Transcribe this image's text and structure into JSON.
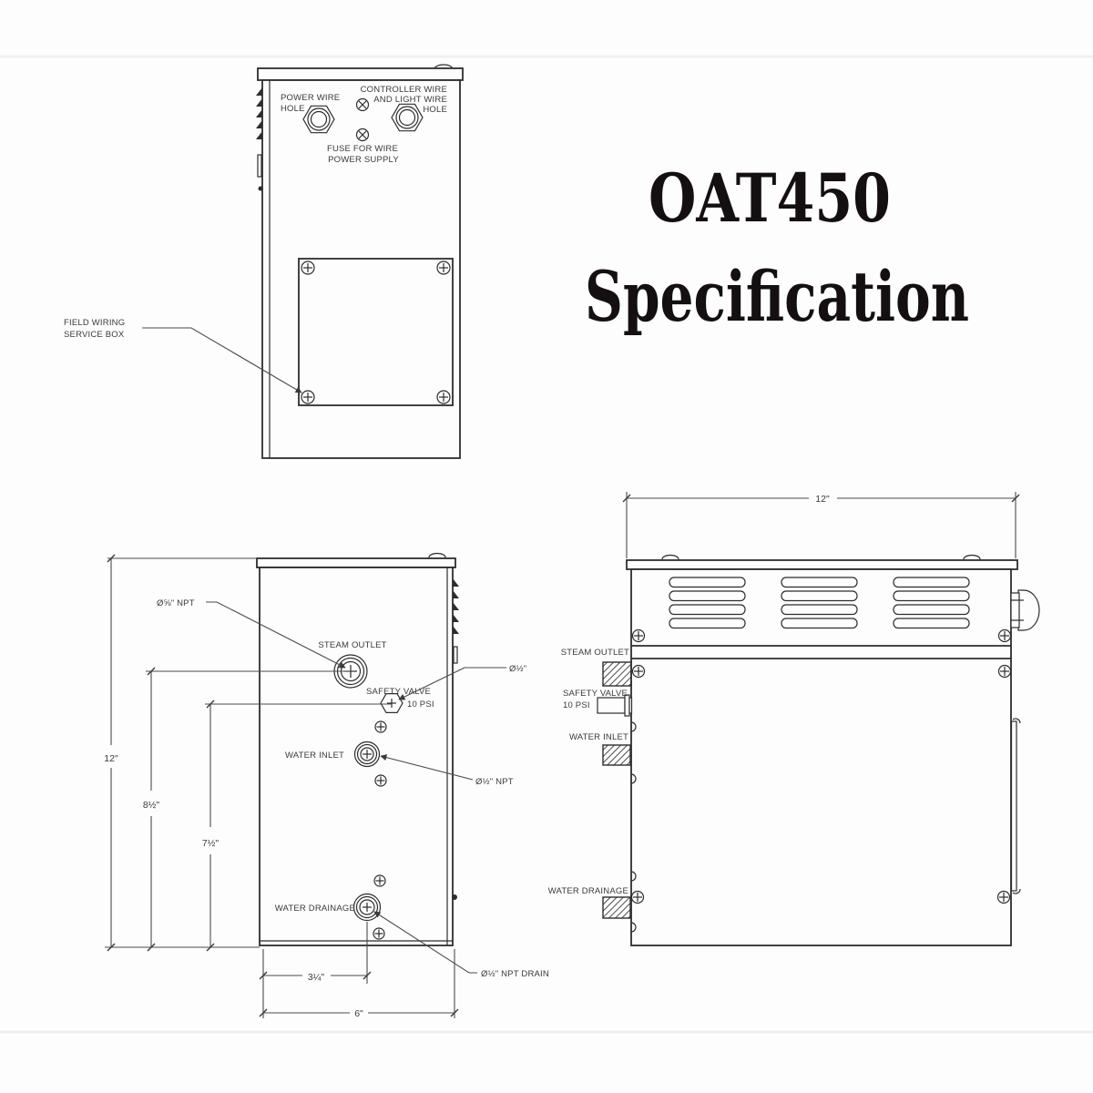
{
  "title": {
    "line1": "OAT450",
    "line2": "Specification"
  },
  "top_view": {
    "power_wire_label_line1": "POWER WIRE",
    "power_wire_label_line2": "HOLE",
    "controller_label_line1": "CONTROLLER WIRE",
    "controller_label_line2": "AND LIGHT WIRE",
    "controller_label_line3": "HOLE",
    "fuse_label_line1": "FUSE FOR WIRE",
    "fuse_label_line2": "POWER SUPPLY",
    "service_box_label_line1": "FIELD WIRING",
    "service_box_label_line2": "SERVICE BOX"
  },
  "front_view": {
    "steam_outlet": "STEAM OUTLET",
    "safety_valve": "SAFETY VALVE",
    "psi": "10 PSI",
    "water_inlet": "WATER INLET",
    "water_drainage": "WATER DRAINAGE",
    "npt_steam": "Ø⅝\" NPT",
    "npt_valve": "Ø½\"",
    "npt_inlet": "Ø½\" NPT",
    "npt_drain": "Ø½\" NPT DRAIN",
    "dim_height": "12\"",
    "dim_steam": "8½\"",
    "dim_valve": "7½\"",
    "dim_drain_offset": "3¼\"",
    "dim_width": "6\""
  },
  "side_view": {
    "dim_depth": "12\"",
    "steam_outlet": "STEAM OUTLET",
    "safety_valve_line1": "SAFETY VALVE",
    "safety_valve_line2": "10 PSI",
    "water_inlet": "WATER INLET",
    "water_drainage": "WATER DRAINAGE"
  },
  "colors": {
    "line": "#2d2d2d",
    "dimension": "#4b4b4b",
    "text": "#3a3a3a",
    "title": "#141011",
    "background": "#fefdfd"
  }
}
